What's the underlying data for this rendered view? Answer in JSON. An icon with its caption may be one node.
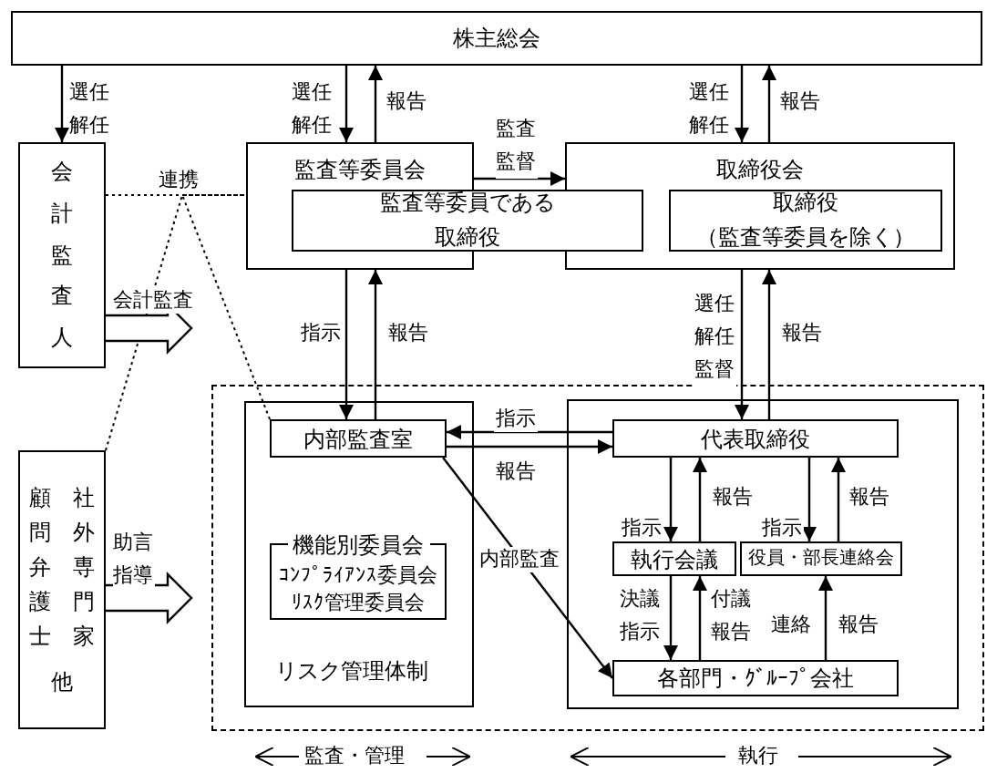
{
  "diagram": {
    "nodes": [
      {
        "text": [
          "株主総会"
        ]
      },
      {
        "text": [
          "会計監査人"
        ]
      },
      {
        "text": [
          "監査等委員会"
        ]
      },
      {
        "text": [
          "監査等委員である取締役"
        ]
      },
      {
        "text": [
          "取締役会"
        ]
      },
      {
        "text": [
          "取締役（監査等委員を除く）"
        ],
        "in": 4
      },
      {
        "text": [
          "顧問弁護士",
          "社外専門家",
          "他"
        ]
      },
      {
        "text": [],
        "shape": "box"
      },
      {
        "text": [
          "リスク管理体制"
        ],
        "in": 7
      },
      {
        "text": [
          "内部監査室"
        ],
        "in": 8
      },
      {
        "text": [
          "機能別委員会",
          "ｺﾝﾌﾟﾗｲｱﾝｽ委員会",
          "ﾘｽｸ管理委員会"
        ],
        "in": 8
      },
      {
        "text": [],
        "shape": "box",
        "in": 7
      },
      {
        "text": [
          "代表取締役"
        ],
        "in": 11
      },
      {
        "text": [
          "執行会議"
        ],
        "in": 11
      },
      {
        "text": [
          "役員・部長連絡会"
        ],
        "in": 11
      },
      {
        "text": [
          "各部門・ｸﾞﾙｰﾌﾟ会社"
        ],
        "in": 11
      }
    ],
    "edges": [
      {
        "from": 0,
        "to": 1,
        "arrow": "to",
        "label": "選任解任"
      },
      {
        "from": 0,
        "to": 2,
        "arrow": "to",
        "label": "選任解任"
      },
      {
        "from": 2,
        "to": 0,
        "arrow": "to",
        "label": "報告"
      },
      {
        "from": 0,
        "to": 4,
        "arrow": "to",
        "label": "選任解任"
      },
      {
        "from": 4,
        "to": 0,
        "arrow": "to",
        "label": "報告"
      },
      {
        "from": 2,
        "to": 4,
        "arrow": "to",
        "label": "監査監督"
      },
      {
        "from": 1,
        "to": 2,
        "arrow": "none",
        "label": "連携",
        "style": "dashed"
      },
      {
        "from": 6,
        "to": 2,
        "arrow": "none",
        "style": "dashed"
      },
      {
        "from": 9,
        "to": 2,
        "arrow": "none",
        "style": "dashed"
      },
      {
        "from": 2,
        "to": 9,
        "arrow": "to",
        "label": "指示"
      },
      {
        "from": 9,
        "to": 2,
        "arrow": "to",
        "label": "報告"
      },
      {
        "from": 12,
        "to": 9,
        "arrow": "to",
        "label": "指示"
      },
      {
        "from": 9,
        "to": 12,
        "arrow": "to",
        "label": "報告"
      },
      {
        "from": 9,
        "to": 15,
        "arrow": "to",
        "label": "内部監査"
      },
      {
        "from": 4,
        "to": 12,
        "arrow": "to",
        "label": "選任解任監督"
      },
      {
        "from": 12,
        "to": 4,
        "arrow": "to",
        "label": "報告"
      },
      {
        "from": 12,
        "to": 13,
        "arrow": "to",
        "label": "指示"
      },
      {
        "from": 13,
        "to": 12,
        "arrow": "to",
        "label": "報告"
      },
      {
        "from": 12,
        "to": 14,
        "arrow": "to",
        "label": "指示"
      },
      {
        "from": 14,
        "to": 12,
        "arrow": "to",
        "label": "報告"
      },
      {
        "from": 13,
        "to": 15,
        "arrow": "to",
        "label": "決議指示"
      },
      {
        "from": 15,
        "to": 13,
        "arrow": "to",
        "label": "付議報告"
      },
      {
        "from": 15,
        "to": 14,
        "arrow": "to",
        "label": "報告"
      },
      {
        "from": 1,
        "to": null,
        "arrow": "to",
        "label": "会計監査",
        "style": "thick"
      },
      {
        "from": 6,
        "to": null,
        "arrow": "to",
        "label": "助言指導",
        "style": "thick"
      }
    ],
    "labels": [
      "連絡",
      "監査・管理",
      "執行"
    ]
  }
}
